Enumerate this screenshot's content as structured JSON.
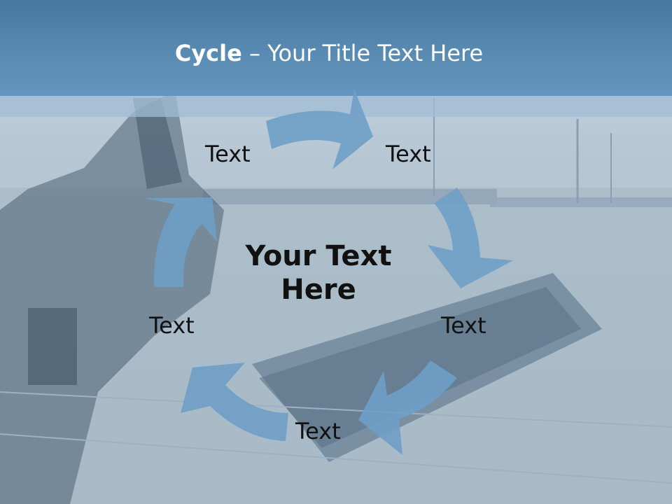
{
  "title": {
    "bold": "Cycle",
    "rest": " – Your Title Text Here"
  },
  "center_text": [
    "Your Text",
    "Here"
  ],
  "cycle_labels": [
    "Text",
    "Text",
    "Text",
    "Text",
    "Text"
  ],
  "colors": {
    "header": "#5a8cb4",
    "arrow": "#6f9fc6",
    "text": "#111111"
  }
}
